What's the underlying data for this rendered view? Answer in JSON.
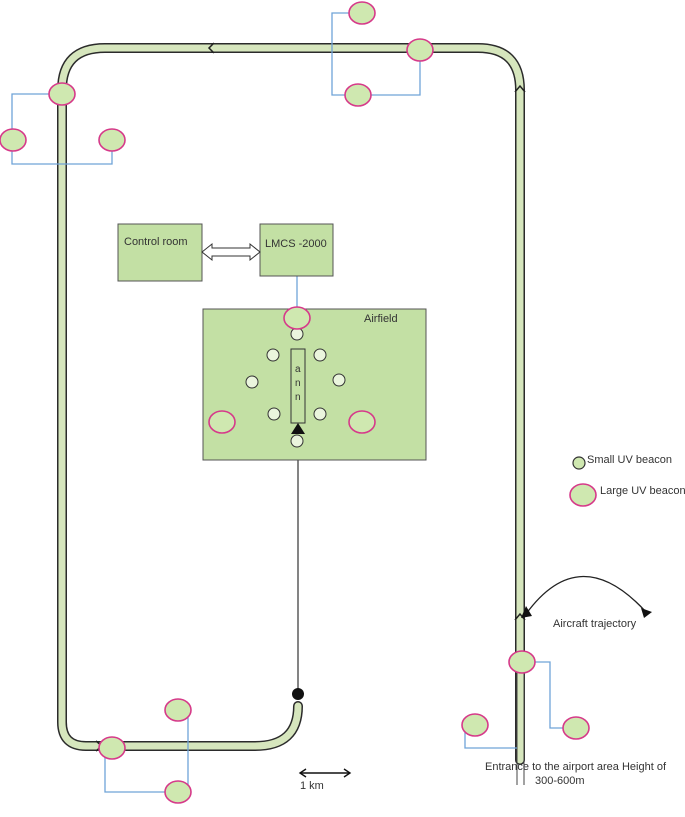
{
  "labels": {
    "control_room": "Control room",
    "lmcs": "LMCS -2000",
    "airfield": "Airfield",
    "legend_small": "Small UV beacon",
    "legend_large": "Large UV beacon",
    "trajectory": "Aircraft trajectory",
    "entrance_line1": "Entrance to the airport area Height of",
    "entrance_line2": "300-600m",
    "scale": "1  km"
  },
  "colors": {
    "track_fill": "#d6e6bd",
    "track_stroke": "#2b2b2b",
    "box_fill": "#c3e0a4",
    "box_stroke": "#555555",
    "large_beacon_fill": "#cfe8b0",
    "large_beacon_stroke": "#d63a8a",
    "small_beacon_stroke": "#333333",
    "connector": "#6fa3d8"
  }
}
